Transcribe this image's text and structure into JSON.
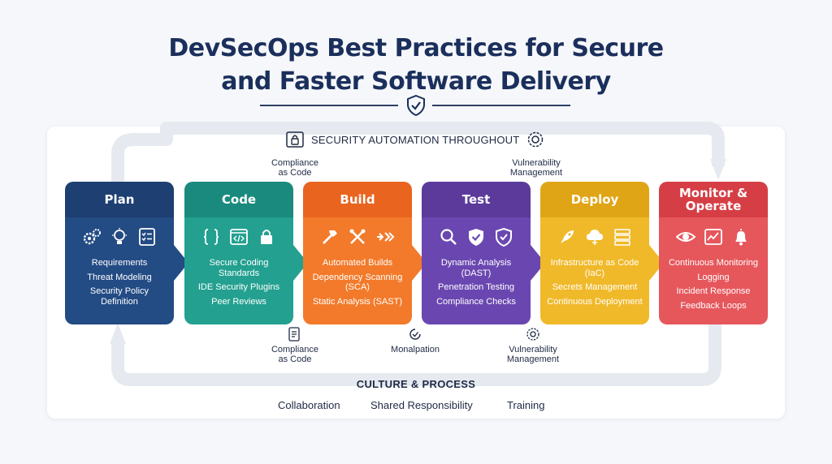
{
  "title": {
    "line1": "DevSecOps Best Practices for Secure",
    "line2": "and Faster Software Delivery"
  },
  "security_band": {
    "label": "SECURITY AUTOMATION THROUGHOUT"
  },
  "top_notes": {
    "compliance": [
      "Compliance",
      "as Code"
    ],
    "vulnerability": [
      "Vulnerability",
      "Management"
    ]
  },
  "bottom_notes": {
    "compliance": [
      "Compliance",
      "as Code"
    ],
    "monalpation": [
      "Monalpation"
    ],
    "vulnerability": [
      "Vulnerability",
      "Management"
    ]
  },
  "stages": [
    {
      "name": "Plan",
      "head_color": "#1d3f72",
      "body_color": "#234b84",
      "icons": [
        "gears-icon",
        "lightbulb-icon",
        "checklist-icon"
      ],
      "items": [
        "Requirements",
        "Threat Modeling",
        "Security Policy\nDefinition"
      ]
    },
    {
      "name": "Code",
      "head_color": "#1a8a7e",
      "body_color": "#23a090",
      "icons": [
        "braces-icon",
        "code-window-icon",
        "lock-icon"
      ],
      "items": [
        "Secure Coding\nStandards",
        "IDE Security Plugins",
        "Peer Reviews"
      ]
    },
    {
      "name": "Build",
      "head_color": "#e8641f",
      "body_color": "#f27a2a",
      "icons": [
        "hammer-icon",
        "tools-icon",
        "double-arrow-icon"
      ],
      "items": [
        "Automated Builds",
        "Dependency Scanning\n(SCA)",
        "Static Analysis (SAST)"
      ]
    },
    {
      "name": "Test",
      "head_color": "#5b3a9c",
      "body_color": "#6a47b0",
      "icons": [
        "magnifier-icon",
        "shield-check-icon",
        "shield-icon"
      ],
      "items": [
        "Dynamic Analysis\n(DAST)",
        "Penetration Testing",
        "Compliance Checks"
      ]
    },
    {
      "name": "Deploy",
      "head_color": "#e0a516",
      "body_color": "#f0b92a",
      "icons": [
        "rocket-icon",
        "cloud-icon",
        "server-icon"
      ],
      "items": [
        "Infrastructure as Code\n(IaC)",
        "Secrets Management",
        "Continuous Deployment"
      ]
    },
    {
      "name": "Monitor &\nOperate",
      "head_color": "#d63e45",
      "body_color": "#e6575c",
      "icons": [
        "eye-icon",
        "dashboard-icon",
        "alert-bell-icon"
      ],
      "items": [
        "Continuous Monitoring",
        "Logging",
        "Incident Response",
        "Feedback Loops"
      ]
    }
  ],
  "culture": {
    "title": "CULTURE & PROCESS",
    "items": [
      "Collaboration",
      "Shared Responsibility",
      "Training"
    ]
  },
  "colors": {
    "title": "#1b2f5c",
    "loop": "#e6eaf0"
  }
}
